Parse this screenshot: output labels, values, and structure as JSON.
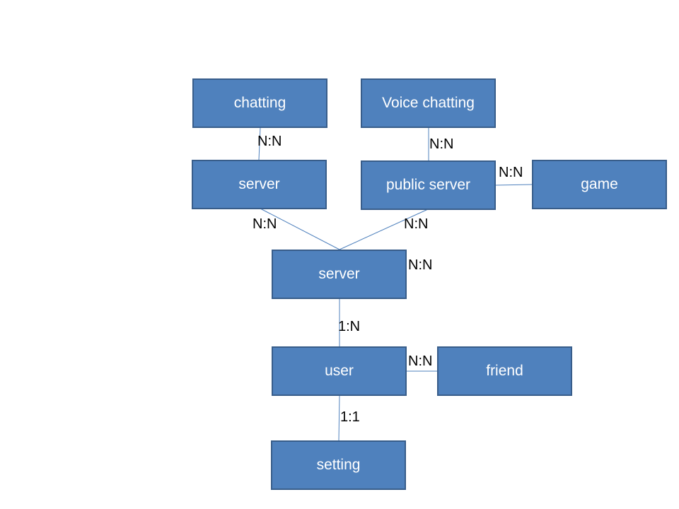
{
  "nodes": {
    "chatting": "chatting",
    "voice_chatting": "Voice chatting",
    "server_top": "server",
    "public_server": "public server",
    "game": "game",
    "server_center": "server",
    "user": "user",
    "friend": "friend",
    "setting": "setting"
  },
  "relations": {
    "chatting_server": "N:N",
    "voice_public": "N:N",
    "public_game": "N:N",
    "server_server": "N:N",
    "public_server_center": "N:N",
    "server_center_extra": "N:N",
    "server_user": "1:N",
    "user_friend": "N:N",
    "user_setting": "1:1"
  },
  "colors": {
    "box_fill": "#4f81bd",
    "box_border": "#385d8a",
    "connector": "#4f81bd"
  }
}
